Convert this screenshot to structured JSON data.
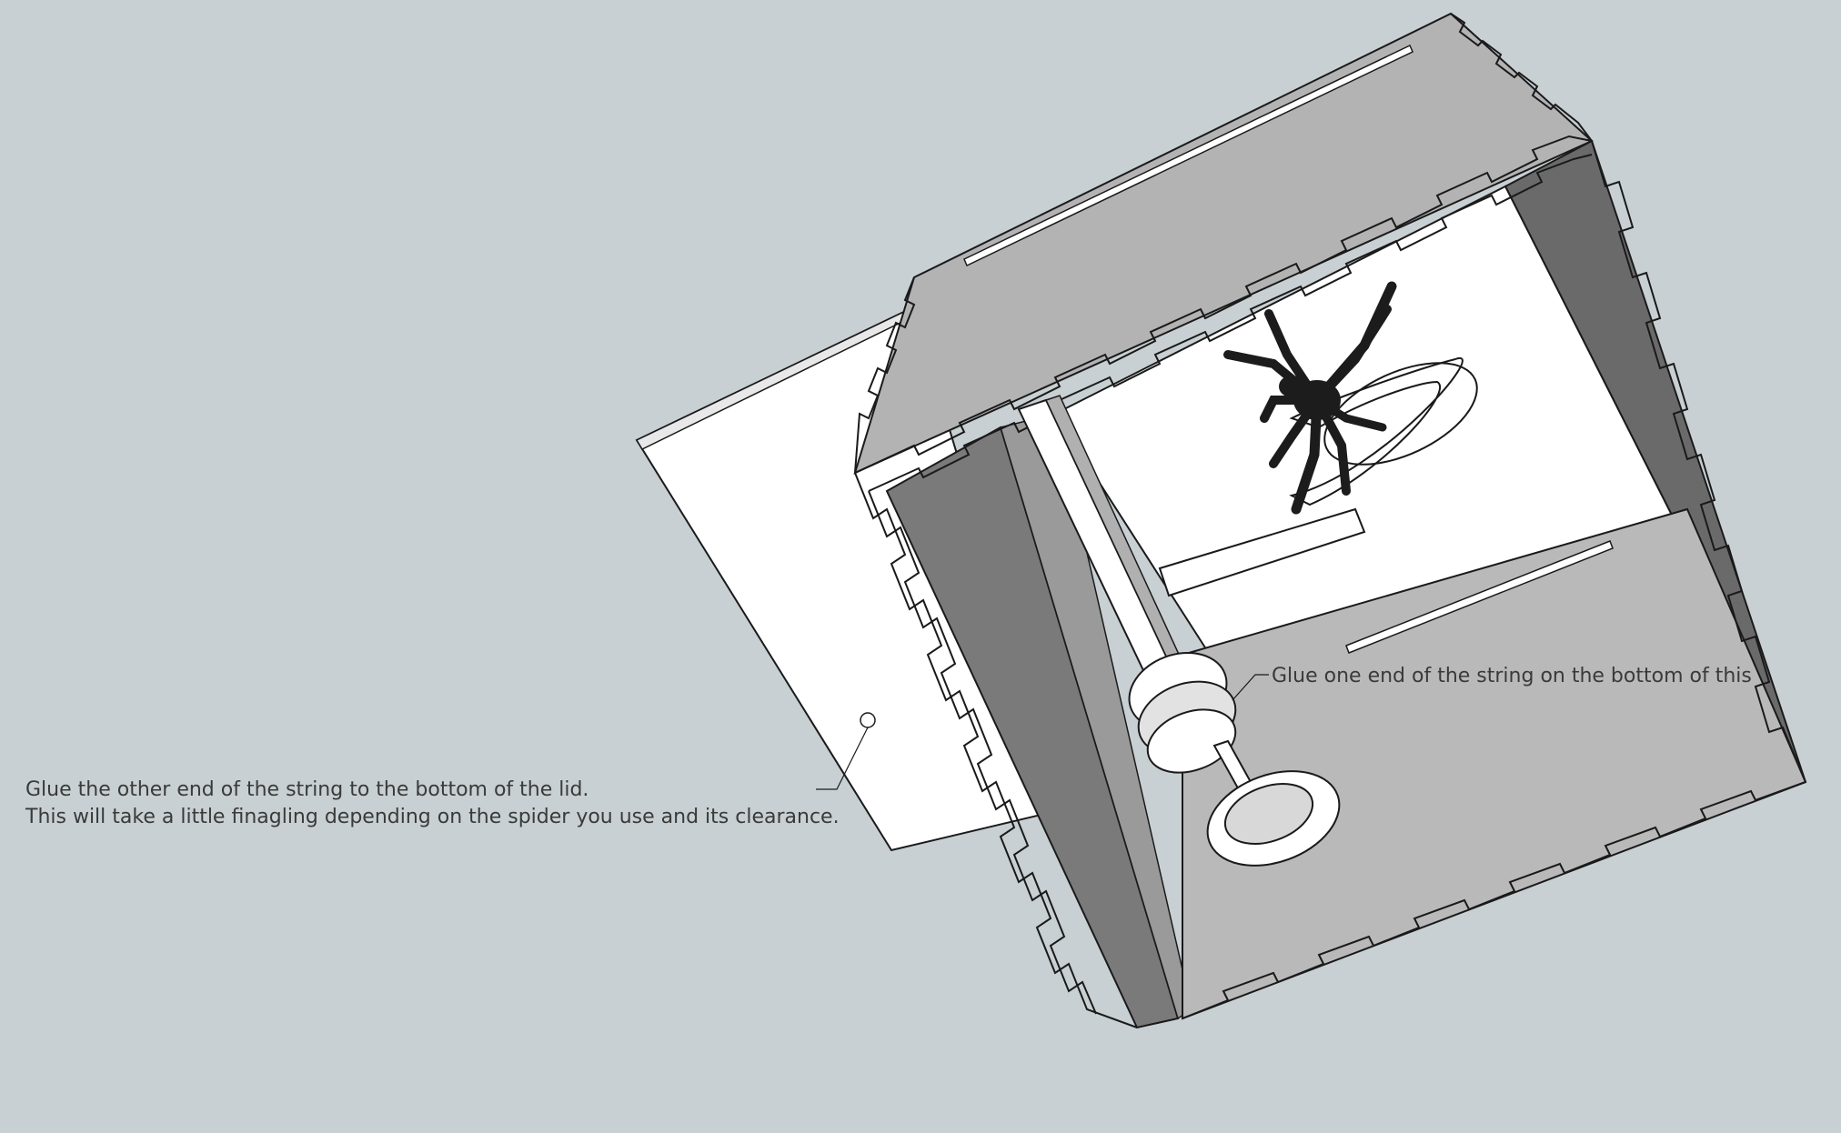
{
  "annotations": {
    "lid_note_line1": "Glue the other end of the string to the bottom of the lid.",
    "lid_note_line2": "This will take a little finagling depending on the spider you use and its clearance.",
    "spool_note": "Glue one end of the string on the bottom of this"
  },
  "colors": {
    "background": "#c8d0d3",
    "face_light": "#ffffff",
    "face_mid": "#b0b0b0",
    "face_dark": "#6e6e6e",
    "edge": "#1a1a1a",
    "spider": "#1c1c1c"
  },
  "icons": [
    "spider-figure",
    "string-anchor-circle"
  ]
}
